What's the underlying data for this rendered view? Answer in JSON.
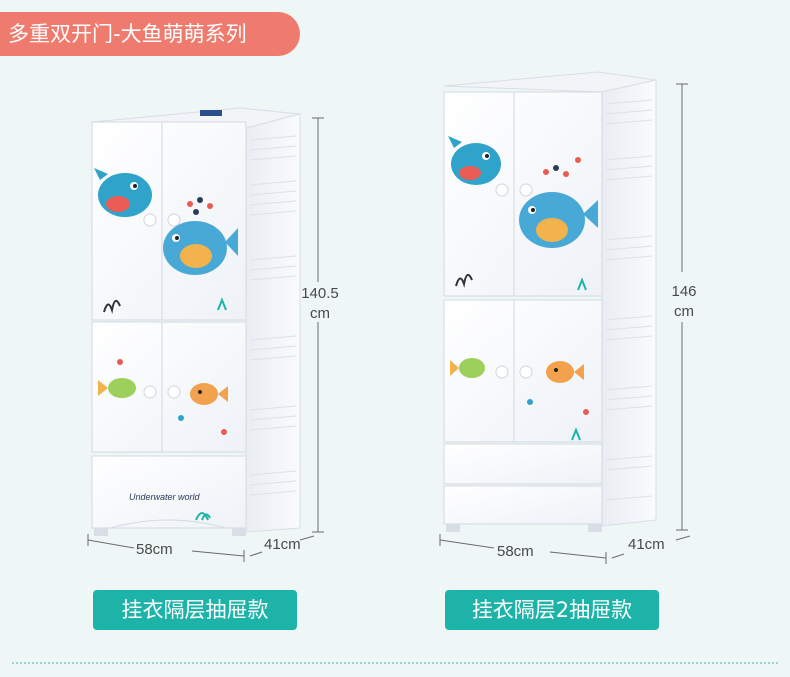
{
  "title": "多重双开门-大鱼萌萌系列",
  "products": [
    {
      "height": "140.5",
      "height_unit": "cm",
      "width": "58cm",
      "depth": "41cm",
      "label": "挂衣隔层抽屉款",
      "drawer_text": "Underwater world"
    },
    {
      "height": "146",
      "height_unit": "cm",
      "width": "58cm",
      "depth": "41cm",
      "label": "挂衣隔层2抽屉款"
    }
  ],
  "colors": {
    "background": "#eef7f6",
    "title_pill": "#ef7b6f",
    "label_pill": "#1eb3a9",
    "cabinet": "#f7f9fc",
    "whale": "#2fa3c9"
  }
}
